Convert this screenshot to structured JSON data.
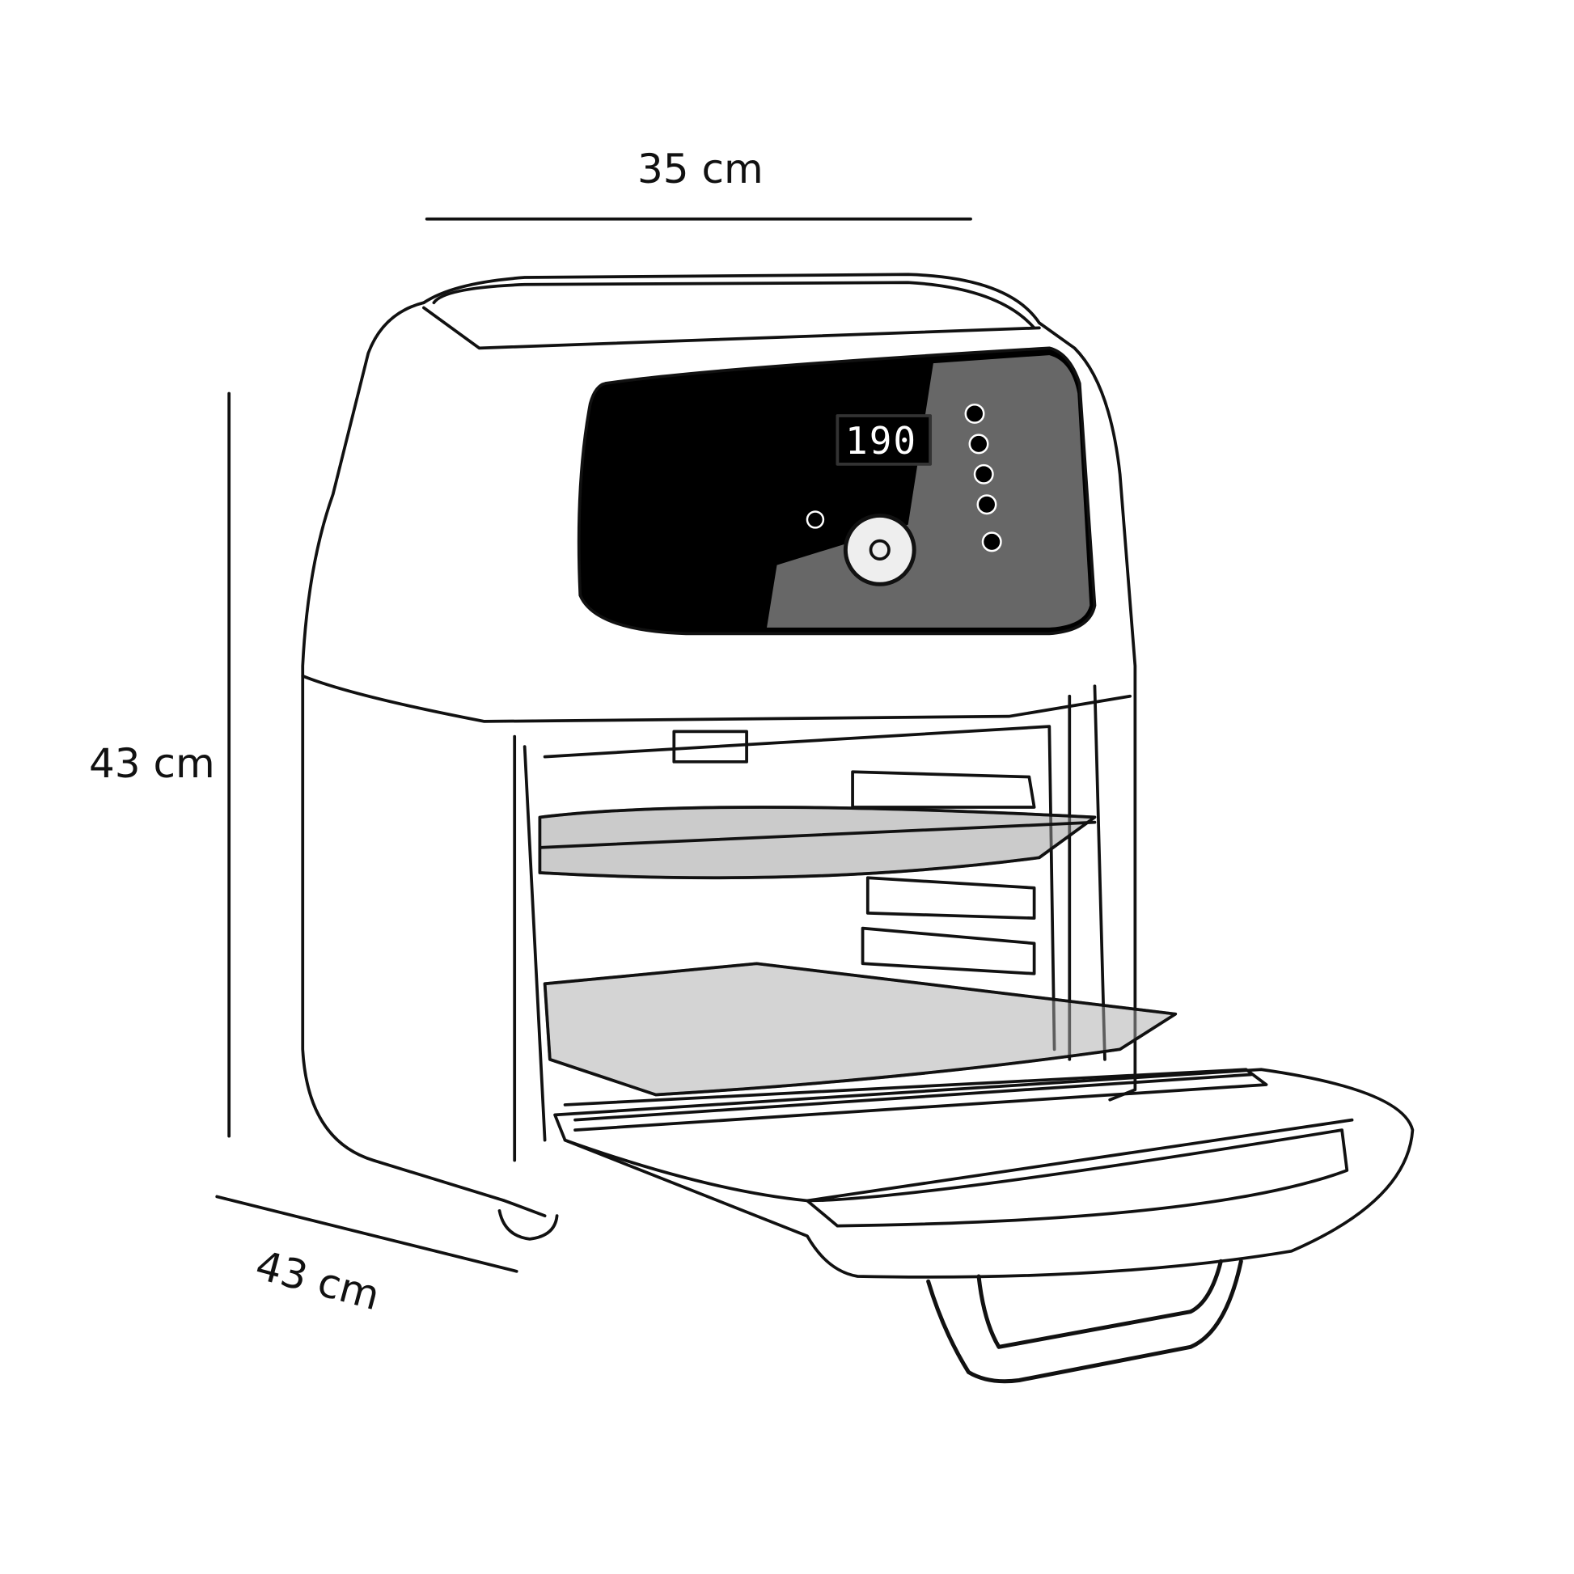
{
  "dimensions": {
    "width_label": "35 cm",
    "height_label": "43 cm",
    "depth_label": "43 cm"
  },
  "display": {
    "temperature": "190"
  },
  "colors": {
    "line": "#111111",
    "panel": "#000000",
    "background": "#ffffff"
  }
}
